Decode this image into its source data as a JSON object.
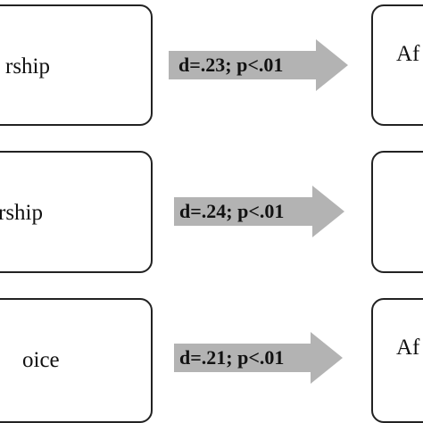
{
  "rows": [
    {
      "left_label": "rship",
      "stat": "d=.23; p<.01",
      "right_label": "Af"
    },
    {
      "left_label": "rship",
      "stat": "d=.24; p<.01",
      "right_label": ""
    },
    {
      "left_label": "oice",
      "stat": "d=.21; p<.01",
      "right_label": "Af"
    }
  ],
  "colors": {
    "arrow_fill": "#b3b3b3",
    "box_border": "#222222",
    "text": "#111111"
  }
}
